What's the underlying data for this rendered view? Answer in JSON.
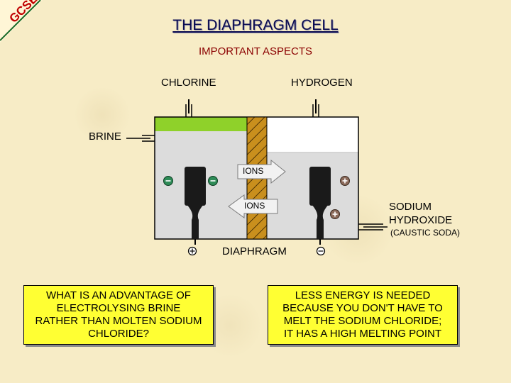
{
  "logo": {
    "text": "GCSE"
  },
  "title": "THE DIAPHRAGM CELL",
  "subtitle": "IMPORTANT ASPECTS",
  "labels": {
    "chlorine": "CHLORINE",
    "hydrogen": "HYDROGEN",
    "brine": "BRINE",
    "ions_top": "IONS",
    "ions_bottom": "IONS",
    "sodium_hydroxide_line1": "SODIUM",
    "sodium_hydroxide_line2": "HYDROXIDE",
    "caustic_soda": "(CAUSTIC SODA)",
    "diaphragm": "DIAPHRAGM"
  },
  "question": {
    "lines": [
      "WHAT IS AN ADVANTAGE OF",
      "ELECTROLYSING BRINE",
      "RATHER THAN MOLTEN SODIUM",
      "CHLORIDE?"
    ]
  },
  "answer": {
    "lines": [
      "LESS ENERGY IS NEEDED",
      "BECAUSE YOU DON'T HAVE TO",
      "MELT THE SODIUM CHLORIDE;",
      "IT HAS A HIGH MELTING POINT"
    ]
  },
  "colors": {
    "background": "#f7ecc6",
    "title": "#0a0a50",
    "subtitle": "#8b0000",
    "chlorine_gas": "#8fd12a",
    "diaphragm": "#c98f1d",
    "liquid": "#dcdcdc",
    "ion_negative": "#2e8b57",
    "ion_positive": "#8b6a5a",
    "box_fill": "#ffff33"
  },
  "icons": {
    "anode_terminal": "circled-plus",
    "cathode_terminal": "circled-minus",
    "ions_arrow": "right-arrow",
    "ions_back_arrow": "left-arrow"
  }
}
